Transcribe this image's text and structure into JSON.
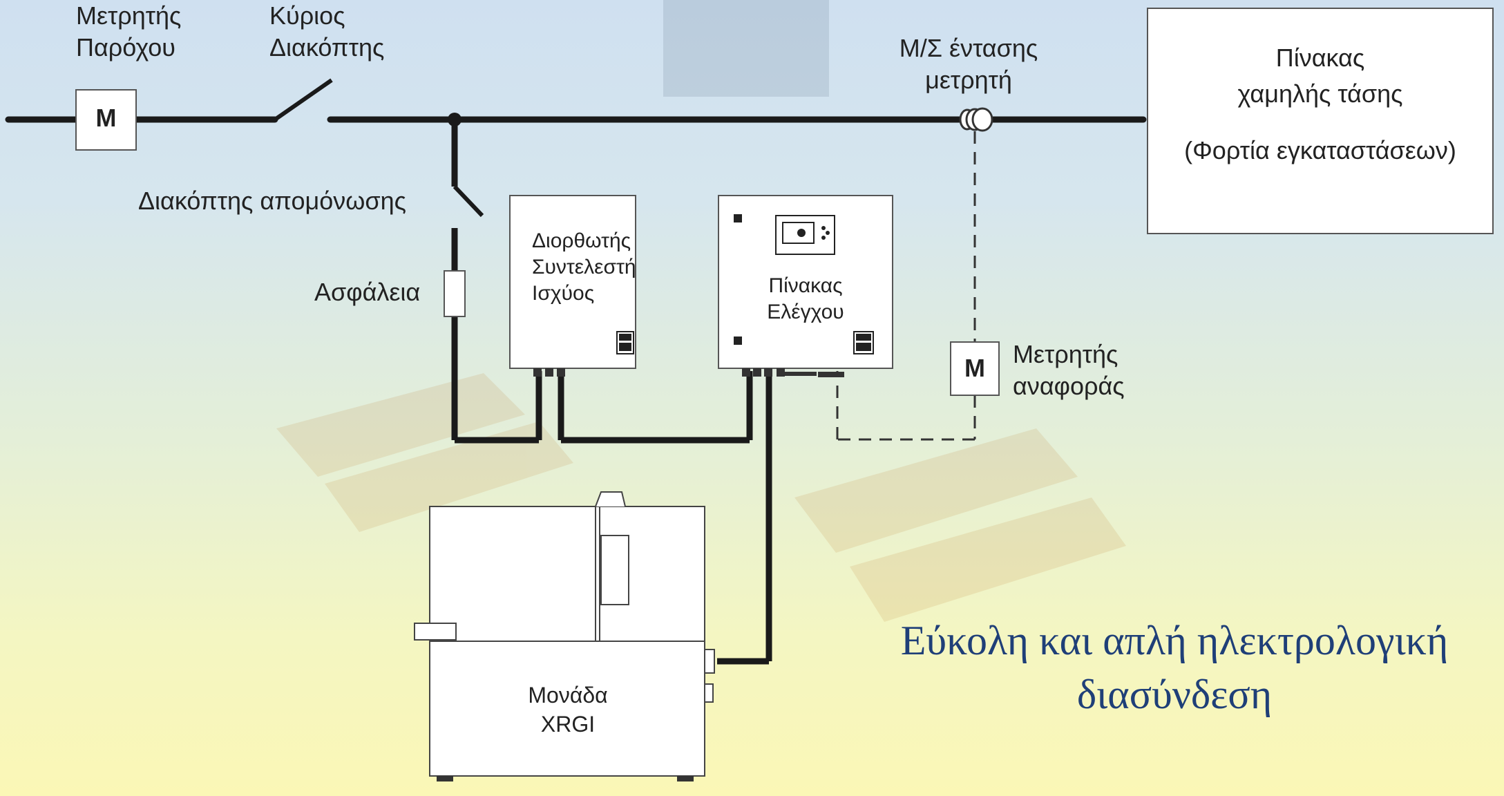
{
  "provider_meter": {
    "line1": "Μετρητής",
    "line2": "Παρόχου",
    "symbol": "M"
  },
  "main_switch": {
    "line1": "Κύριος",
    "line2": "Διακόπτης"
  },
  "current_transformer": {
    "line1": "Μ/Σ έντασης",
    "line2": "μετρητή"
  },
  "lv_panel": {
    "line1": "Πίνακας",
    "line2": "χαμηλής τάσης",
    "line3": "(Φορτία εγκαταστάσεων)"
  },
  "isolation_switch": {
    "label": "Διακόπτης απομόνωσης"
  },
  "fuse": {
    "label": "Ασφάλεια"
  },
  "pf_corrector": {
    "line1": "Διορθωτής",
    "line2": "Συντελεστή",
    "line3": "Ισχύος"
  },
  "control_panel": {
    "line1": "Πίνακας",
    "line2": "Ελέγχου"
  },
  "reference_meter": {
    "line1": "Μετρητής",
    "line2": "αναφοράς",
    "symbol": "M"
  },
  "xrgi_unit": {
    "line1": "Μονάδα",
    "line2": "XRGI"
  },
  "caption": {
    "line1": "Εύκολη και απλή ηλεκτρολογική",
    "line2": "διασύνδεση"
  },
  "colors": {
    "caption": "#1f3f78",
    "wire": "#1a1a1a",
    "box_border": "#555555"
  },
  "icons": [
    "ec-power-logo",
    "display-icon"
  ]
}
